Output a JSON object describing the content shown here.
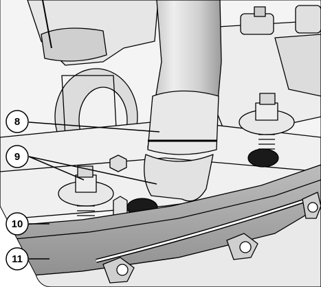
{
  "callouts": [
    {
      "id": "c8",
      "label": "8"
    },
    {
      "id": "c9",
      "label": "9"
    },
    {
      "id": "c10",
      "label": "10"
    },
    {
      "id": "c11",
      "label": "11"
    }
  ],
  "colors": {
    "stroke": "#000000",
    "light_fill": "#f2f2f2",
    "mid_fill": "#d9d9d9",
    "dark_fill": "#9a9a9a",
    "black_fill": "#1a1a1a",
    "background": "#ffffff"
  }
}
